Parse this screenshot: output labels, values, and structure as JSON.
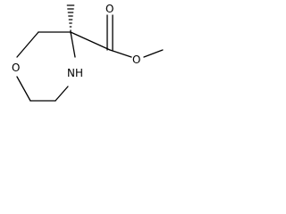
{
  "atoms": {
    "ring_oxygen": "O",
    "carbonyl_oxygen": "O",
    "ester_oxygen": "O",
    "ring_nitrogen": "NH",
    "methyl_label": "methyl"
  }
}
